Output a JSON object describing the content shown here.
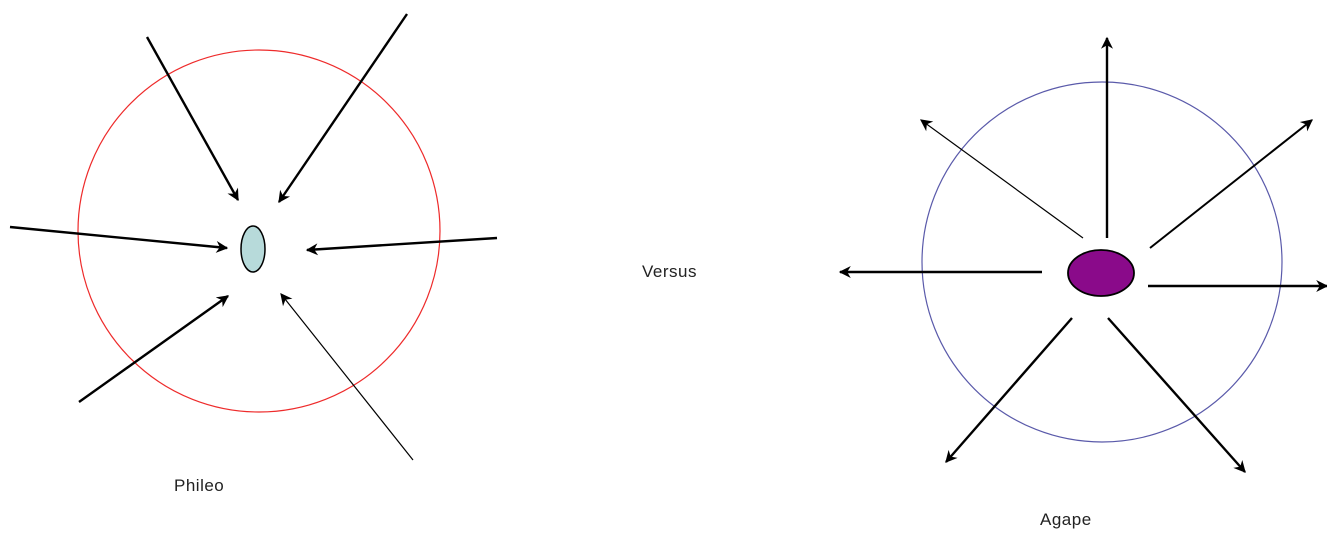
{
  "labels": {
    "left": "Phileo",
    "middle": "Versus",
    "right": "Agape"
  },
  "colors": {
    "background": "#ffffff",
    "left_circle": "#ee2b2b",
    "right_circle": "#5a5aaa",
    "left_center_fill": "#b7dada",
    "right_center_fill": "#8a0a8a",
    "arrow": "#000000",
    "center_stroke": "#000000"
  },
  "icons": {
    "arrow_head": "arrowhead-icon"
  }
}
